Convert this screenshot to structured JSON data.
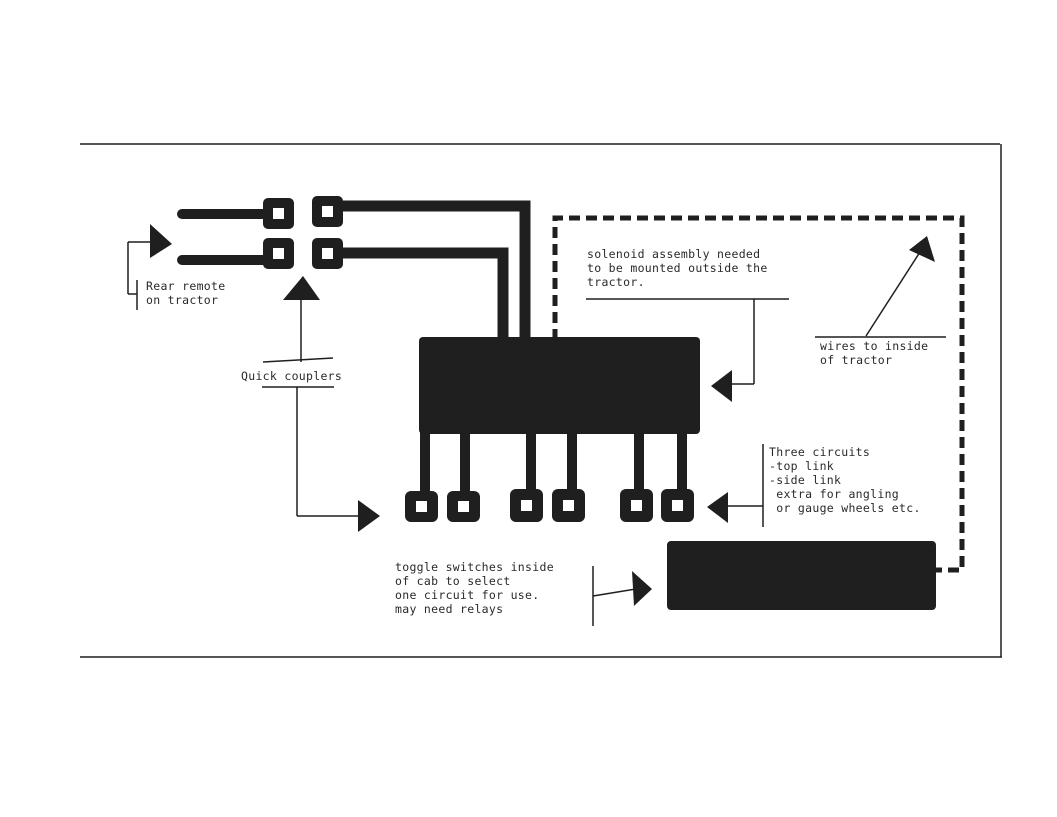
{
  "colors": {
    "ink": "#1f1f1f",
    "paper": "#ffffff"
  },
  "labels": {
    "rear_remote": [
      "Rear remote",
      "on tractor"
    ],
    "quick_couplers": [
      "Quick couplers"
    ],
    "solenoid": [
      "solenoid assembly needed",
      "to be mounted outside the",
      "tractor."
    ],
    "wires": [
      "wires to inside",
      "of tractor"
    ],
    "circuits": [
      "Three circuits",
      "-top link",
      "-side link",
      " extra for angling",
      " or gauge wheels etc."
    ],
    "toggle": [
      "toggle switches inside",
      "of cab to select",
      "one circuit for use.",
      "may need relays"
    ]
  }
}
